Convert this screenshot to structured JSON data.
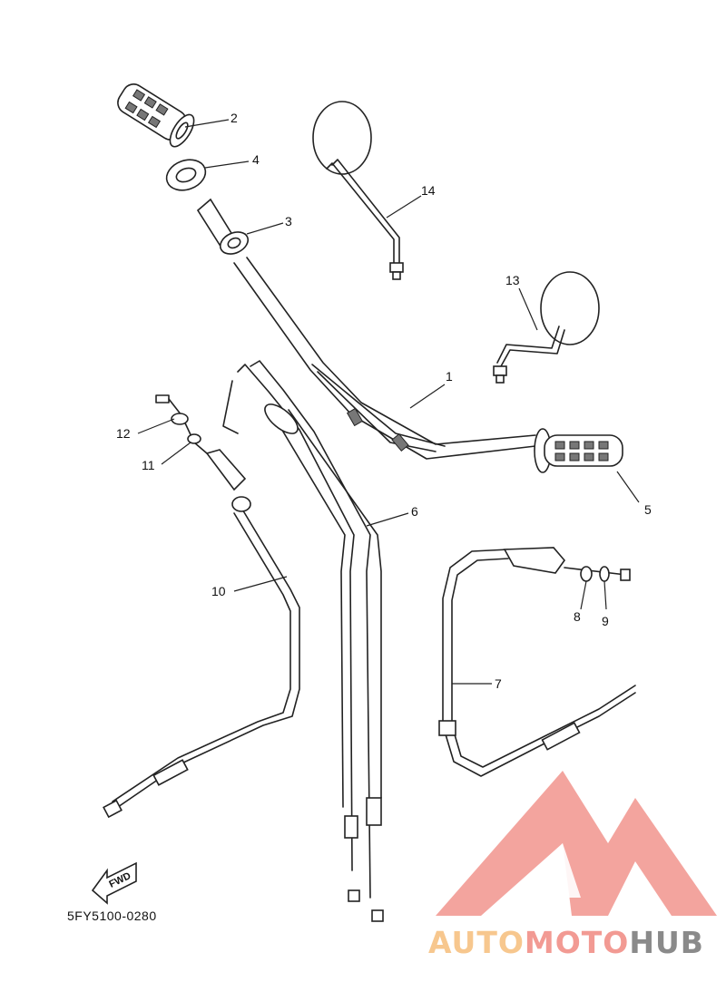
{
  "figure_code": "5FY5100-0280",
  "fwd_label": "FWD",
  "callouts": [
    "1",
    "2",
    "3",
    "4",
    "5",
    "6",
    "7",
    "8",
    "9",
    "10",
    "11",
    "12",
    "13",
    "14"
  ],
  "watermark": {
    "part_a": "AUTO",
    "part_b": "MOTO",
    "part_c": "HUB"
  },
  "colors": {
    "line": "#222222",
    "watermark_red": "#f29a93",
    "watermark_orange": "#f7c78e",
    "watermark_grey": "#8a8a8a"
  }
}
